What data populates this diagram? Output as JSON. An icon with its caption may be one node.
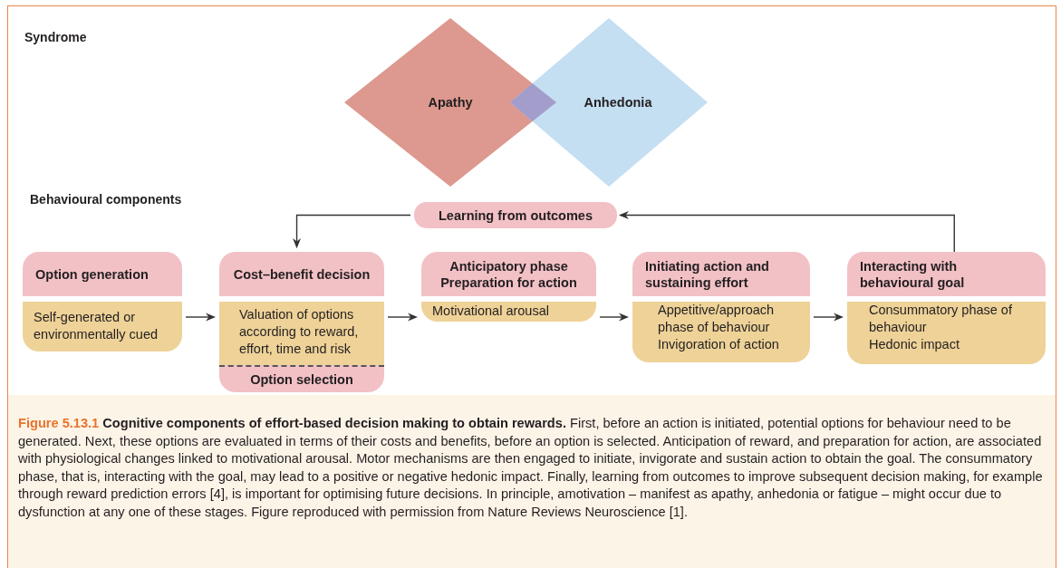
{
  "diagram": {
    "nodes": [
      {
        "text": [
          "Apathy"
        ]
      },
      {
        "text": [
          "Anhedonia"
        ]
      },
      {
        "text": [
          "Learning from outcomes"
        ]
      },
      {
        "text": [
          "Option generation",
          "Self-generated or environmentally cued"
        ]
      },
      {
        "text": [
          "Cost–benefit decision",
          "Valuation of options according to reward, effort, time and risk",
          "Option selection"
        ]
      },
      {
        "text": [
          "Anticipatory phase",
          "Preparation for action",
          "Motivational arousal"
        ]
      },
      {
        "text": [
          "Initiating action and sustaining effort",
          "Appetitive/approach phase of behaviour",
          "Invigoration of action"
        ]
      },
      {
        "text": [
          "Interacting with behavioural goal",
          "Consummatory phase of behaviour",
          "Hedonic impact"
        ]
      }
    ],
    "edges": [
      {
        "from": 3,
        "to": 4,
        "arrow": "to"
      },
      {
        "from": 4,
        "to": 5,
        "arrow": "to"
      },
      {
        "from": 5,
        "to": 6,
        "arrow": "to"
      },
      {
        "from": 6,
        "to": 7,
        "arrow": "to"
      },
      {
        "from": 7,
        "to": 2,
        "arrow": "to"
      },
      {
        "from": 2,
        "to": 4,
        "arrow": "to"
      }
    ],
    "labels": [
      "Syndrome",
      "Behavioural components"
    ],
    "caption": "**Figure 5.13.1** **Cognitive components of effort-based decision making to obtain rewards.** First, before an action is initiated, potential options for behaviour need to be generated. Next, these options are evaluated in terms of their costs and benefits, before an option is selected. Anticipation of reward, and preparation for action, are associated with physiological changes linked to motivational arousal. Motor mechanisms are then engaged to initiate, invigorate and sustain action to obtain the goal. The consummatory phase, that is, interacting with the goal, may lead to a positive or negative hedonic impact. Finally, learning from outcomes to improve subsequent decision making, for example through reward prediction errors [4], is important for optimising future decisions. In principle, amotivation – manifest as apathy, anhedonia or fatigue – might occur due to dysfunction at any one of these stages. Figure reproduced with permission from Nature Reviews Neuroscience [1]."
  }
}
